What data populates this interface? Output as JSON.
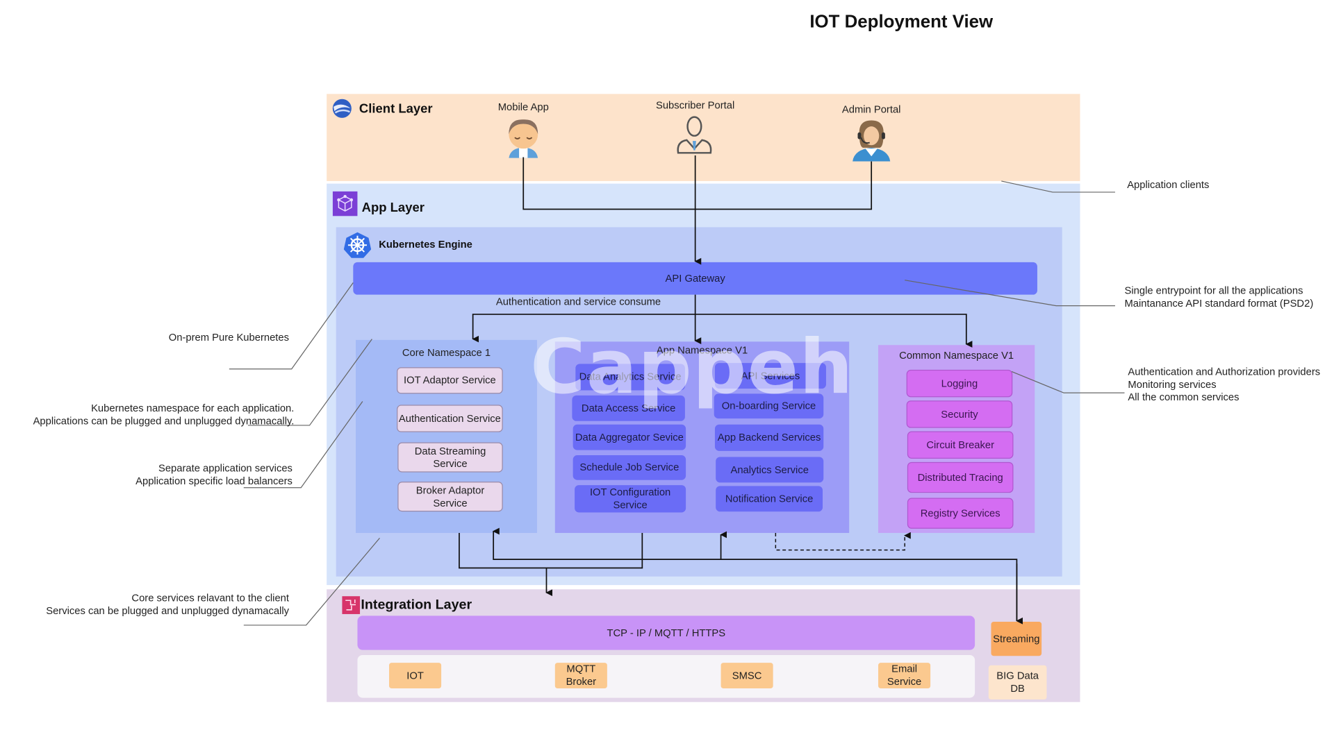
{
  "title": "IOT Deployment View",
  "watermark": "Cappeh",
  "client_layer": {
    "title": "Client Layer",
    "icon": "globe-icon",
    "clients": [
      {
        "label": "Mobile App",
        "icon": "user-avatar-icon"
      },
      {
        "label": "Subscriber Portal",
        "icon": "businessman-icon"
      },
      {
        "label": "Admin Portal",
        "icon": "support-agent-icon"
      }
    ]
  },
  "app_layer": {
    "title": "App Layer",
    "icon": "cube-network-icon",
    "kubernetes": {
      "title": "Kubernetes Engine",
      "icon": "kubernetes-wheel-icon",
      "api_gateway": "API Gateway",
      "edge_label": "Authentication and service consume",
      "namespaces": {
        "core": {
          "title": "Core Namespace 1",
          "services": [
            "IOT Adaptor Service",
            "Authentication Service",
            "Data Streaming Service",
            "Broker Adaptor Service"
          ]
        },
        "app": {
          "title": "App Namespace V1",
          "left_services": [
            "Data Analytics Service",
            "Data Access Service",
            "Data Aggregator Sevice",
            "Schedule Job Service",
            "IOT Configuration Service"
          ],
          "right_services": [
            "API Services",
            "On-boarding Service",
            "App Backend Services",
            "Analytics Service",
            "Notification Service"
          ]
        },
        "common": {
          "title": "Common Namespace V1",
          "services": [
            "Logging",
            "Security",
            "Circuit Breaker",
            "Distributed Tracing",
            "Registry Services"
          ]
        }
      }
    }
  },
  "integration_layer": {
    "title": "Integration Layer",
    "icon": "integration-icon",
    "protocols": "TCP - IP / MQTT / HTTPS",
    "endpoints": [
      "IOT",
      "MQTT Broker",
      "SMSC",
      "Email Service"
    ],
    "streaming": "Streaming",
    "big_data": "BIG Data DB"
  },
  "annotations": {
    "application_clients": "Application clients",
    "gateway_note_1": "Single entrypoint for all the applications",
    "gateway_note_2": "Maintanance API standard format (PSD2)",
    "common_note_1": "Authentication and Authorization providers",
    "common_note_2": "Monitoring services",
    "common_note_3": "All the common services",
    "onprem": "On-prem Pure Kubernetes",
    "namespace_note_1": "Kubernetes namespace for each application.",
    "namespace_note_2": "Applications can be plugged and unplugged dynamacally.",
    "separate_note_1": "Separate application services",
    "separate_note_2": "Application specific load balancers",
    "core_note_1": "Core services relavant to the client",
    "core_note_2": "Services can be plugged and unplugged dynamacally"
  },
  "colors": {
    "client_layer": "#fde3cb",
    "app_layer": "#d6e4fb",
    "kubernetes": "#bccbf7",
    "api_gateway": "#6b78fa",
    "core_namespace": "#a4baf6",
    "app_namespace": "#9c9cf7",
    "common_namespace": "#c3a2f6",
    "integration_layer": "#e3d6ea",
    "protocol_bar": "#c893f7",
    "endpoint": "#fbc98f",
    "streaming": "#f9a960"
  }
}
